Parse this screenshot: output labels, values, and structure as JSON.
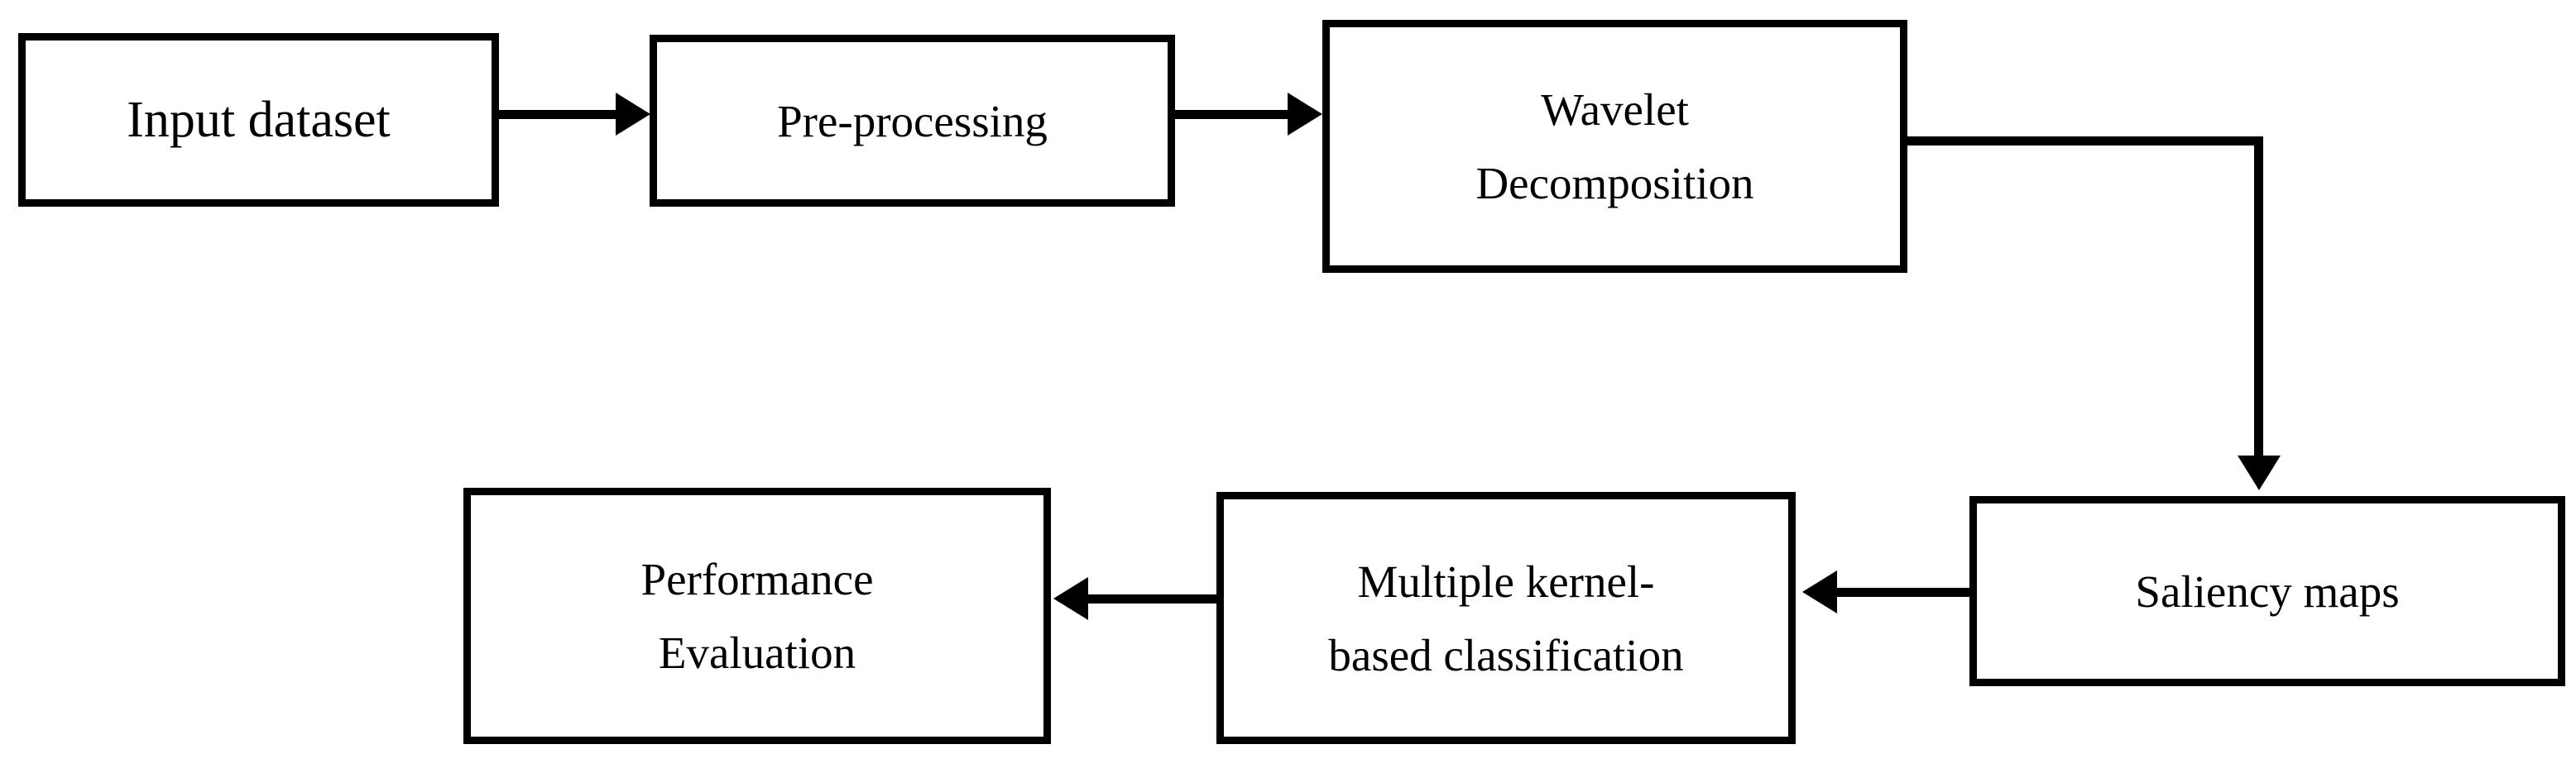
{
  "diagram": {
    "type": "flowchart",
    "title": "",
    "background_color": "#ffffff",
    "stroke_color": "#000000",
    "nodes": [
      {
        "id": "input-dataset",
        "lines": [
          "Input dataset"
        ],
        "shape": "rectangle"
      },
      {
        "id": "pre-processing",
        "lines": [
          "Pre-processing"
        ],
        "shape": "rectangle"
      },
      {
        "id": "wavelet-decomposition",
        "lines": [
          "Wavelet",
          "Decomposition"
        ],
        "shape": "rectangle"
      },
      {
        "id": "saliency-maps",
        "lines": [
          "Saliency maps"
        ],
        "shape": "rectangle"
      },
      {
        "id": "multiple-kernel-classification",
        "lines": [
          "Multiple kernel-",
          "based classification"
        ],
        "shape": "rectangle"
      },
      {
        "id": "performance-evaluation",
        "lines": [
          "Performance",
          "Evaluation"
        ],
        "shape": "rectangle"
      }
    ],
    "edges": [
      {
        "id": "edge1",
        "from": "input-dataset",
        "to": "pre-processing",
        "direction": "right",
        "label": ""
      },
      {
        "id": "edge2",
        "from": "pre-processing",
        "to": "wavelet-decomposition",
        "direction": "right",
        "label": ""
      },
      {
        "id": "edge3",
        "from": "wavelet-decomposition",
        "to": "saliency-maps",
        "direction": "down",
        "label": ""
      },
      {
        "id": "edge4",
        "from": "saliency-maps",
        "to": "multiple-kernel-classification",
        "direction": "left",
        "label": ""
      },
      {
        "id": "edge5",
        "from": "multiple-kernel-classification",
        "to": "performance-evaluation",
        "direction": "left",
        "label": ""
      }
    ]
  }
}
